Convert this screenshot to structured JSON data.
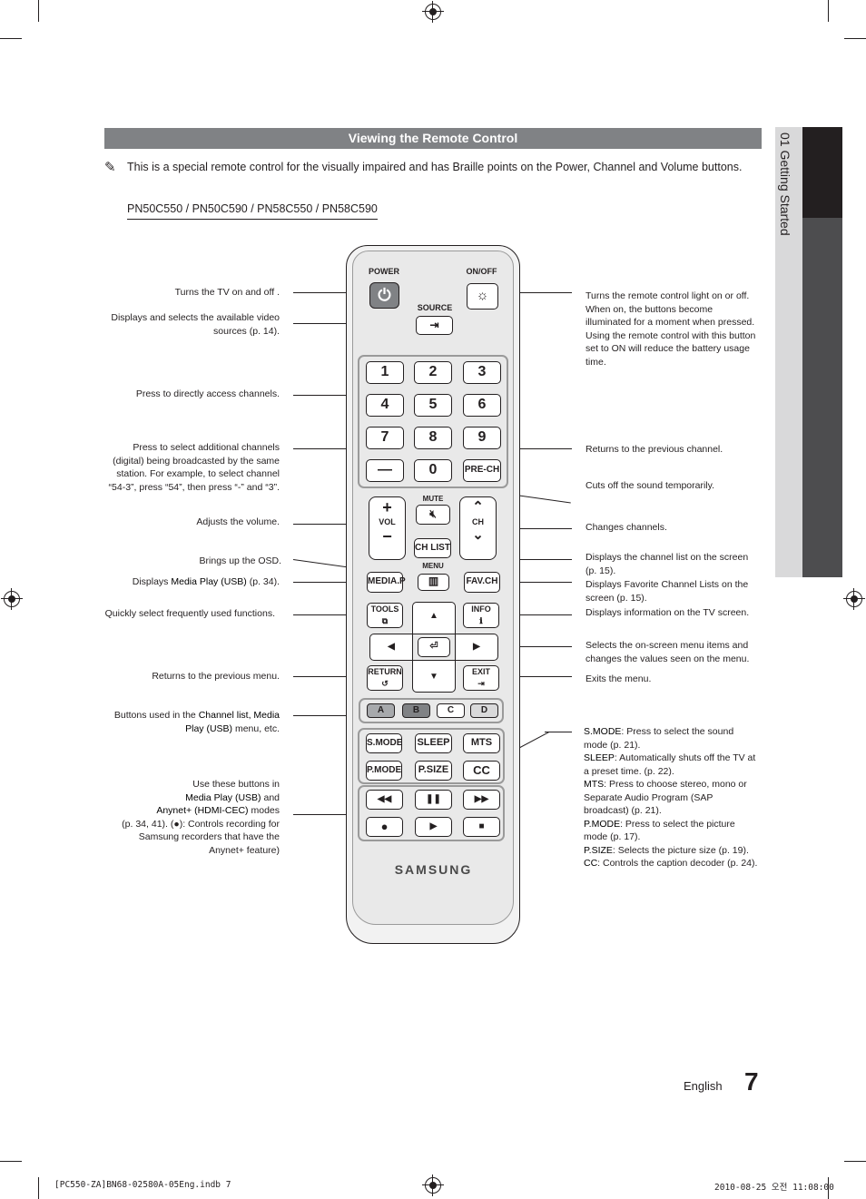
{
  "sidebar": {
    "section_label": "01   Getting Started"
  },
  "header": {
    "title": "Viewing the Remote Control"
  },
  "note": {
    "text": "This is a special remote control for the visually impaired and has Braille points on the Power, Channel and Volume buttons."
  },
  "models": "PN50C550 / PN50C590 / PN58C550 / PN58C590",
  "left_labels": {
    "power": "Turns the TV on and off .",
    "source": "Displays and selects the available video sources (p. 14).",
    "numbers": "Press to directly access channels.",
    "dash": "Press to select additional channels (digital) being broadcasted by the same station. For example, to select channel “54-3”, press “54”, then press “-” and “3”.",
    "volume": "Adjusts the volume.",
    "menu": "Brings up the OSD.",
    "mediap_pre": "Displays ",
    "mediap_bold": "Media Play (USB)",
    "mediap_post": " (p. 34).",
    "tools": "Quickly select frequently used functions.",
    "return": "Returns to the previous menu.",
    "color_pre": "Buttons used in the ",
    "color_bold": "Channel list, Media Play (USB)",
    "color_post": " menu, etc.",
    "playback_1": "Use these buttons in",
    "playback_2": "Media Play (USB)",
    "playback_3": " and",
    "playback_4": "Anynet+ (HDMI-CEC)",
    "playback_5": " modes",
    "playback_6": "(p. 34, 41). (●): Controls recording for Samsung recorders that have the Anynet+ feature)"
  },
  "right_labels": {
    "onoff": "Turns the remote control light on or off. When on, the buttons become illuminated for a moment when pressed. Using the remote control with this button set to ON will reduce the battery usage time.",
    "prech": "Returns to the previous channel.",
    "mute": "Cuts off the sound temporarily.",
    "ch": "Changes channels.",
    "chlist": "Displays the channel list on the screen (p. 15).",
    "favch": "Displays Favorite Channel Lists on the screen (p. 15).",
    "info": "Displays information on the TV screen.",
    "nav": "Selects the on-screen menu items and changes the values seen on the menu.",
    "exit": "Exits the menu.",
    "smode_k": "S.MODE",
    "smode_v": ": Press to select the sound mode (p. 21).",
    "sleep_k": "SLEEP",
    "sleep_v": ": Automatically shuts off the TV at a preset time. (p. 22).",
    "mts_k": "MTS",
    "mts_v": ": Press to choose stereo, mono or Separate Audio Program (SAP broadcast) (p. 21).",
    "pmode_k": "P.MODE",
    "pmode_v": ": Press to select the picture mode (p. 17).",
    "psize_k": "P.SIZE",
    "psize_v": ": Selects the picture size (p. 19).",
    "cc_k": "CC",
    "cc_v": ": Controls the caption decoder (p. 24)."
  },
  "remote": {
    "power": "POWER",
    "onoff": "ON/OFF",
    "source": "SOURCE",
    "digits": [
      "1",
      "2",
      "3",
      "4",
      "5",
      "6",
      "7",
      "8",
      "9"
    ],
    "dash": "—",
    "zero": "0",
    "prech": "PRE-CH",
    "mute": "MUTE",
    "vol": "VOL",
    "ch": "CH",
    "chlist": "CH LIST",
    "menu": "MENU",
    "mediap": "MEDIA.P",
    "favch": "FAV.CH",
    "tools": "TOOLS",
    "info": "INFO",
    "return": "RETURN",
    "exit": "EXIT",
    "colors": [
      "A",
      "B",
      "C",
      "D"
    ],
    "smode": "S.MODE",
    "sleep": "SLEEP",
    "mts": "MTS",
    "pmode": "P.MODE",
    "psize": "P.SIZE",
    "cc": "CC",
    "brand": "SAMSUNG"
  },
  "footer": {
    "language": "English",
    "page": "7",
    "file": "[PC550-ZA]BN68-02580A-05Eng.indb   7",
    "date": "2010-08-25   오전 11:08:00"
  },
  "colors": {
    "header_bg": "#808285",
    "color_a": "#a7a9ac",
    "color_b": "#808285"
  }
}
